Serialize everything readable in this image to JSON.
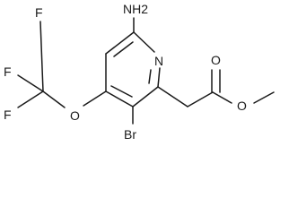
{
  "diagram": {
    "type": "chemical-structure",
    "atoms": {
      "amine": "NH2",
      "ring_nitrogen": "N",
      "carbonyl_oxygen": "O",
      "ester_oxygen": "O",
      "ether_oxygen": "O",
      "bromine": "Br",
      "fluorine_1": "F",
      "fluorine_2": "F",
      "fluorine_3": "F"
    }
  }
}
